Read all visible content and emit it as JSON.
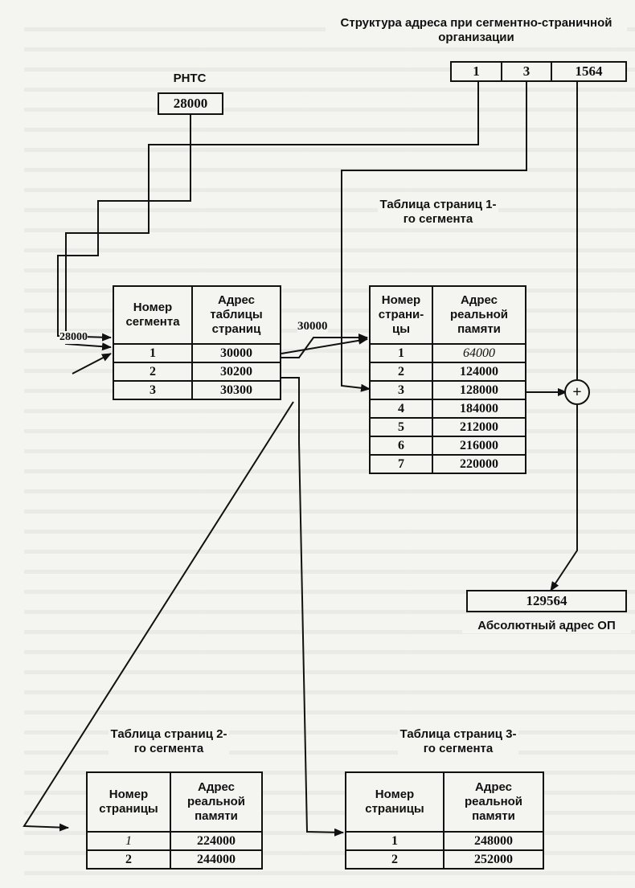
{
  "address_structure": {
    "title": "Структура адреса при сегментно-страничной организации",
    "fields": [
      "1",
      "3",
      "1564"
    ]
  },
  "rhts": {
    "label": "РНТС",
    "value": "28000"
  },
  "segment_table": {
    "headers": [
      "Номер сегмента",
      "Адрес таблицы страниц"
    ],
    "rows": [
      [
        "1",
        "30000"
      ],
      [
        "2",
        "30200"
      ],
      [
        "3",
        "30300"
      ]
    ]
  },
  "page_table_1": {
    "title": "Таблица страниц 1-го сегмента",
    "headers": [
      "Номер страни-цы",
      "Адрес реальной памяти"
    ],
    "rows": [
      [
        "1",
        "64000"
      ],
      [
        "2",
        "124000"
      ],
      [
        "3",
        "128000"
      ],
      [
        "4",
        "184000"
      ],
      [
        "5",
        "212000"
      ],
      [
        "6",
        "216000"
      ],
      [
        "7",
        "220000"
      ]
    ]
  },
  "page_table_2": {
    "title": "Таблица страниц 2-го сегмента",
    "headers": [
      "Номер страницы",
      "Адрес реальной памяти"
    ],
    "rows": [
      [
        "1",
        "224000"
      ],
      [
        "2",
        "244000"
      ]
    ]
  },
  "page_table_3": {
    "title": "Таблица страниц 3-го сегмента",
    "headers": [
      "Номер страницы",
      "Адрес реальной памяти"
    ],
    "rows": [
      [
        "1",
        "248000"
      ],
      [
        "2",
        "252000"
      ]
    ]
  },
  "wire_labels": {
    "left": "28000",
    "middle": "30000"
  },
  "adder": {
    "symbol": "+"
  },
  "result": {
    "value": "129564",
    "caption": "Абсолютный адрес ОП"
  }
}
